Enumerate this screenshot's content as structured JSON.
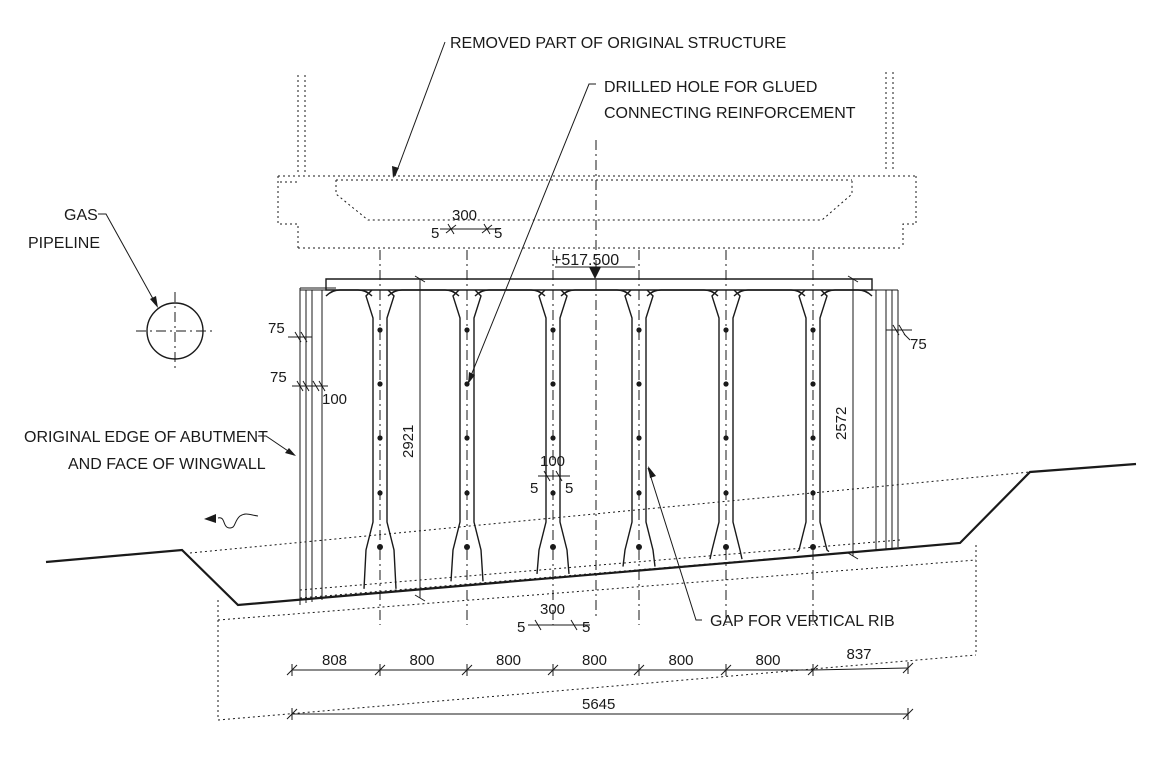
{
  "labels": {
    "removed_part": "REMOVED PART OF ORIGINAL STRUCTURE",
    "drilled_hole_1": "DRILLED HOLE FOR GLUED",
    "drilled_hole_2": "CONNECTING REINFORCEMENT",
    "gas_1": "GAS",
    "gas_2": "PIPELINE",
    "orig_edge_1": "ORIGINAL EDGE OF ABUTMENT",
    "orig_edge_2": "AND FACE OF WINGWALL",
    "gap_rib": "GAP FOR VERTICAL RIB"
  },
  "elevation": "+517.500",
  "dimensions": {
    "top_rib_spacing": "300",
    "top_rib_gap_left": "5",
    "top_rib_gap_right": "5",
    "left_offset_1": "75",
    "left_offset_2": "75",
    "left_offset_3": "100",
    "right_offset": "75",
    "height_left": "2921",
    "height_right": "2572",
    "mid_width": "100",
    "mid_gap_left": "5",
    "mid_gap_right": "5",
    "bottom_rib_spacing": "300",
    "bottom_gap_left": "5",
    "bottom_gap_right": "5",
    "spans": [
      "808",
      "800",
      "800",
      "800",
      "800",
      "800",
      "837"
    ],
    "total": "5645"
  }
}
